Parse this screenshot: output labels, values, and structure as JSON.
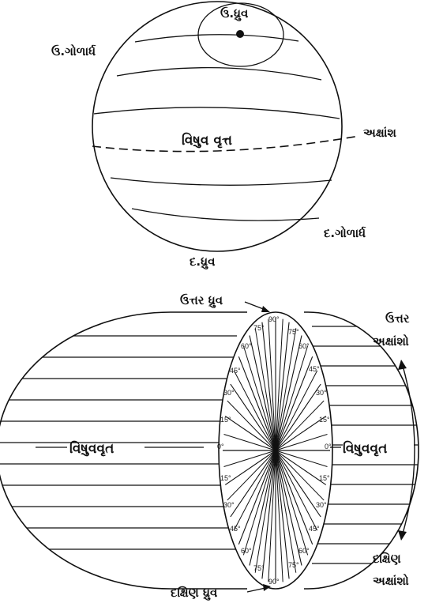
{
  "top_globe": {
    "north_pole": "ઉ.ધ્રુવ",
    "north_hemisphere": "ઉ.ગોળાર્ધ",
    "equator": "વિષુવ વૃત્ત",
    "latitude": "અક્ષાંશ",
    "south_hemisphere": "દ.ગોળાર્ધ",
    "south_pole": "દ.ધ્રુવ"
  },
  "split_globe": {
    "north_pole": "ઉત્તર ધ્રુવ",
    "south_pole": "દક્ષિણ ધ્રુવ",
    "equator_left": "વિષુવવૃત",
    "equator_right": "વિષુવવૃત",
    "north_latitudes_line1": "ઉત્તર",
    "north_latitudes_line2": "અક્ષાંશો",
    "south_latitudes_line1": "દક્ષિણ",
    "south_latitudes_line2": "અક્ષાંશો",
    "upper_degree_labels": [
      "90°",
      "75°",
      "60°",
      "45°",
      "30°",
      "15°",
      "0°"
    ],
    "lower_degree_labels": [
      "15°",
      "30°",
      "45°",
      "60°",
      "75°",
      "90°"
    ]
  }
}
